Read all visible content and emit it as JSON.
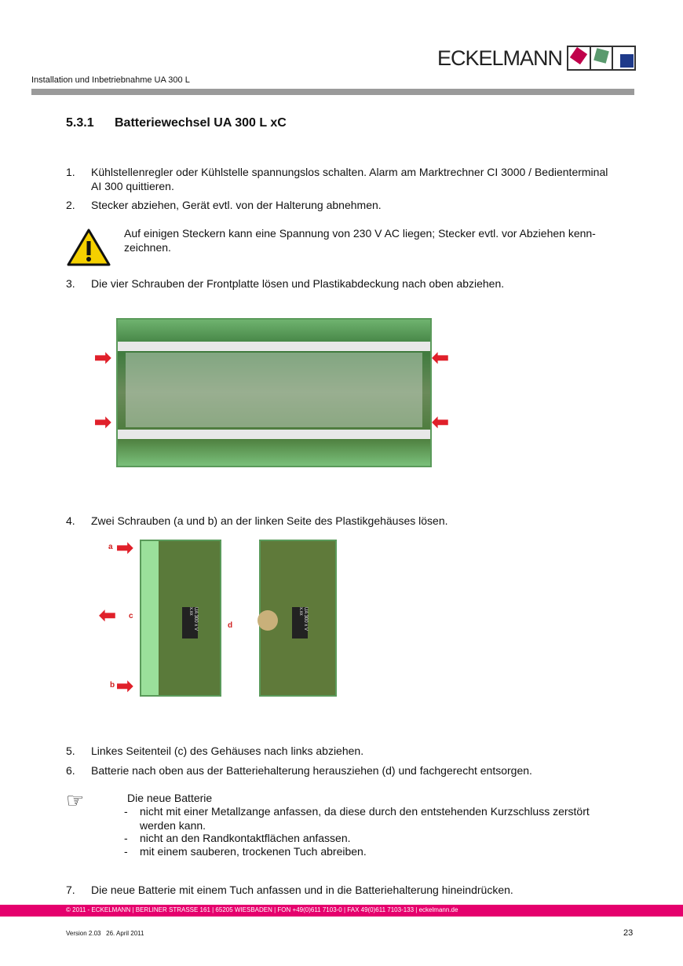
{
  "header": {
    "doc_title": "Installation und Inbetriebnahme UA 300 L",
    "logo_text": "ECKELMANN"
  },
  "section": {
    "number": "5.3.1",
    "title": "Batteriewechsel UA 300 L xC"
  },
  "steps": [
    {
      "n": "1.",
      "text": "Kühlstellenregler oder Kühlstelle spannungslos schalten. Alarm am Marktrechner CI 3000 / Bedienterminal AI 300 quittieren."
    },
    {
      "n": "2.",
      "text": "Stecker abziehen, Gerät evtl. von der Halterung abnehmen."
    },
    {
      "n": "3.",
      "text": "Die vier Schrauben der Frontplatte lösen und Plastikabdeckung nach oben abziehen."
    },
    {
      "n": "4.",
      "text": "Zwei Schrauben (a und b) an der linken Seite des Plastikgehäuses lösen."
    },
    {
      "n": "5.",
      "text": "Linkes Seitenteil (c) des Gehäuses nach links abziehen."
    },
    {
      "n": "6.",
      "text": "Batterie nach oben aus der Batteriehalterung herausziehen (d) und fachgerecht entsorgen."
    },
    {
      "n": "7.",
      "text": "Die neue Batterie mit einem Tuch anfassen und in die Batteriehalterung hineindrücken."
    }
  ],
  "warning": "Auf einigen Steckern kann eine Spannung von 230 V AC liegen; Stecker evtl. vor Abziehen kenn-zeichnen.",
  "note": {
    "title": "Die neue Batterie",
    "items": [
      {
        "dash": "-",
        "text": "nicht mit einer Metallzange anfassen, da diese durch den entstehenden Kurzschluss zerstört werden kann."
      },
      {
        "dash": "-",
        "text": "nicht an den Randkontaktflächen anfassen."
      },
      {
        "dash": "-",
        "text": "mit einem sauberen, trockenen Tuch abreiben."
      }
    ]
  },
  "figure2_labels": {
    "a": "a",
    "b": "b",
    "c": "c",
    "d": "d",
    "chip": "UA 300 x V x.xx"
  },
  "footer": {
    "address": "© 2011 - ECKELMANN | BERLINER STRASSE 161 | 65205 WIESBADEN | FON +49(0)611 7103-0 | FAX 49(0)611 7103-133 | eckelmann.de",
    "version": "Version 2.03   26. April 2011",
    "page": "23"
  }
}
